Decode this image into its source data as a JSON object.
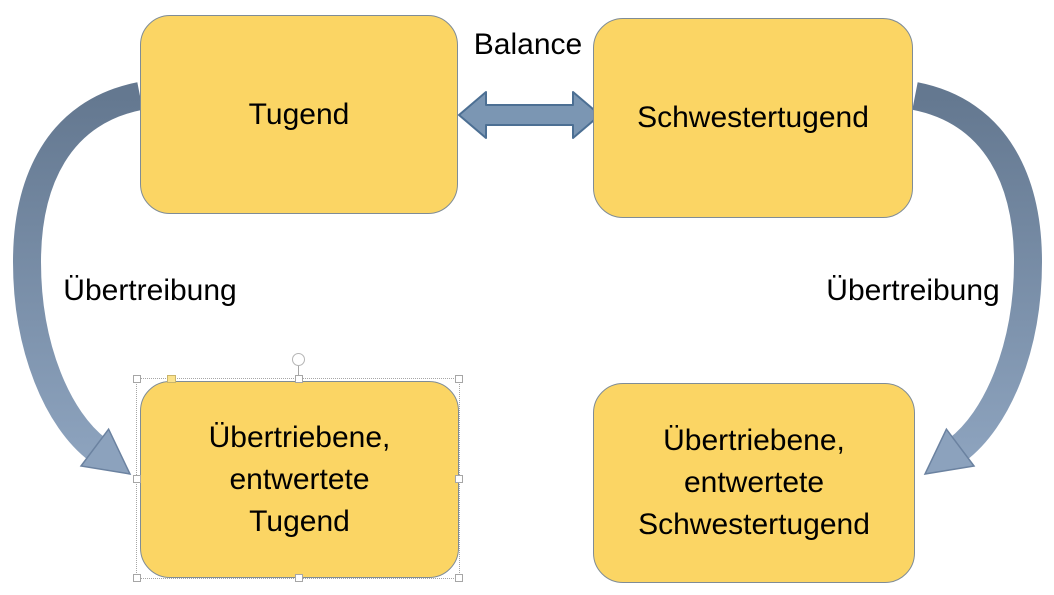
{
  "diagram": {
    "nodes": {
      "top_left": {
        "label": "Tugend",
        "selected": false
      },
      "top_right": {
        "label": "Schwestertugend",
        "selected": false
      },
      "bottom_left": {
        "label": "Übertriebene,\nentwertete\nTugend",
        "selected": true
      },
      "bottom_right": {
        "label": "Übertriebene,\nentwertete\nSchwestertugend",
        "selected": false
      }
    },
    "labels": {
      "balance": "Balance",
      "exaggeration_left": "Übertreibung",
      "exaggeration_right": "Übertreibung"
    },
    "connectors": {
      "balance_double_arrow": "double-headed horizontal arrow between Tugend and Schwestertugend",
      "left_curved_arrow": "curved arrow from Tugend down to Übertriebene, entwertete Tugend",
      "right_curved_arrow": "curved arrow from Schwestertugend down to Übertriebene, entwertete Schwestertugend"
    },
    "selection": {
      "selected_node": "bottom_left"
    },
    "colors": {
      "node_fill": "#FBD564",
      "node_border": "#7F8C96",
      "arrow_fill": "#7B96B3",
      "arrow_border": "#4C6F93",
      "curved_arrow_dark": "#647890",
      "curved_arrow_light": "#8CA2BD",
      "text_color": "#000000",
      "handle_border": "#A6A6A6"
    }
  }
}
